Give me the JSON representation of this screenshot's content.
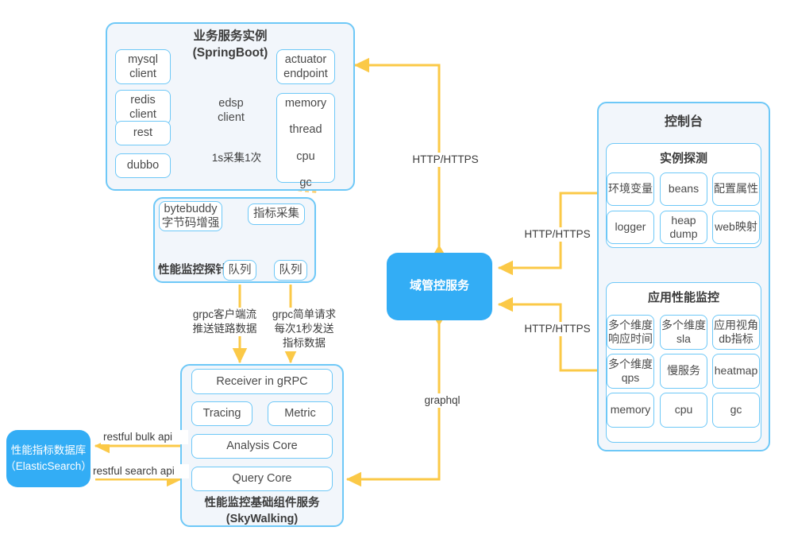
{
  "diagram": {
    "colors": {
      "accent_blue": "#33adf5",
      "panel_border": "#6ec8f7",
      "panel_fill": "#f2f6fb",
      "arrow_yellow": "#fbc947",
      "arrow_yellow_light": "#fcd97d",
      "text": "#3c3c3c"
    },
    "springboot": {
      "title": "业务服务实例\n(SpringBoot)",
      "left_chips": [
        {
          "label": "mysql\nclient"
        },
        {
          "label": "redis\nclient"
        },
        {
          "label": "rest"
        },
        {
          "label": "dubbo"
        }
      ],
      "center_chip": {
        "label": "edsp\nclient"
      },
      "sample_note": "1s采集1次",
      "right_chips": [
        {
          "label": "actuator\nendpoint"
        },
        {
          "label": "memory\n\nthread\n\ncpu\n\ngc"
        }
      ]
    },
    "probe": {
      "title": "性能监控探针",
      "chips": [
        {
          "label": "bytebuddy\n字节码增强"
        },
        {
          "label": "指标采集"
        },
        {
          "label": "队列"
        },
        {
          "label": "队列"
        }
      ]
    },
    "skywalking": {
      "title": "性能监控基础组件服务\n(SkyWalking)",
      "rows": [
        {
          "label": "Receiver in gRPC"
        },
        {
          "label": "Tracing"
        },
        {
          "label": "Metric"
        },
        {
          "label": "Analysis Core"
        },
        {
          "label": "Query Core"
        }
      ]
    },
    "elasticsearch": {
      "label": "性能指标数据库\n（ElasticSearch）"
    },
    "domain_service": {
      "label": "域管控服务"
    },
    "console": {
      "title": "控制台",
      "sections": [
        {
          "title": "实例探测",
          "chips": [
            {
              "label": "环境变量"
            },
            {
              "label": "beans"
            },
            {
              "label": "配置属性"
            },
            {
              "label": "logger"
            },
            {
              "label": "heap\ndump"
            },
            {
              "label": "web映射"
            }
          ]
        },
        {
          "title": "应用性能监控",
          "chips": [
            {
              "label": "多个维度\n响应时间"
            },
            {
              "label": "多个维度\nsla"
            },
            {
              "label": "应用视角\ndb指标"
            },
            {
              "label": "多个维度\nqps"
            },
            {
              "label": "慢服务"
            },
            {
              "label": "heatmap"
            },
            {
              "label": "memory"
            },
            {
              "label": "cpu"
            },
            {
              "label": "gc"
            }
          ]
        }
      ]
    },
    "edges": [
      {
        "id": "http-top",
        "label": "HTTP/HTTPS"
      },
      {
        "id": "http-instance-probe",
        "label": "HTTP/HTTPS"
      },
      {
        "id": "http-apm",
        "label": "HTTP/HTTPS"
      },
      {
        "id": "graphql",
        "label": "graphql"
      },
      {
        "id": "grpc-stream",
        "label": "grpc客户端流\n推送链路数据"
      },
      {
        "id": "grpc-simple",
        "label": "grpc简单请求\n每次1秒发送\n指标数据"
      },
      {
        "id": "bulk",
        "label": "restful bulk api"
      },
      {
        "id": "search",
        "label": "restful search api"
      }
    ]
  }
}
